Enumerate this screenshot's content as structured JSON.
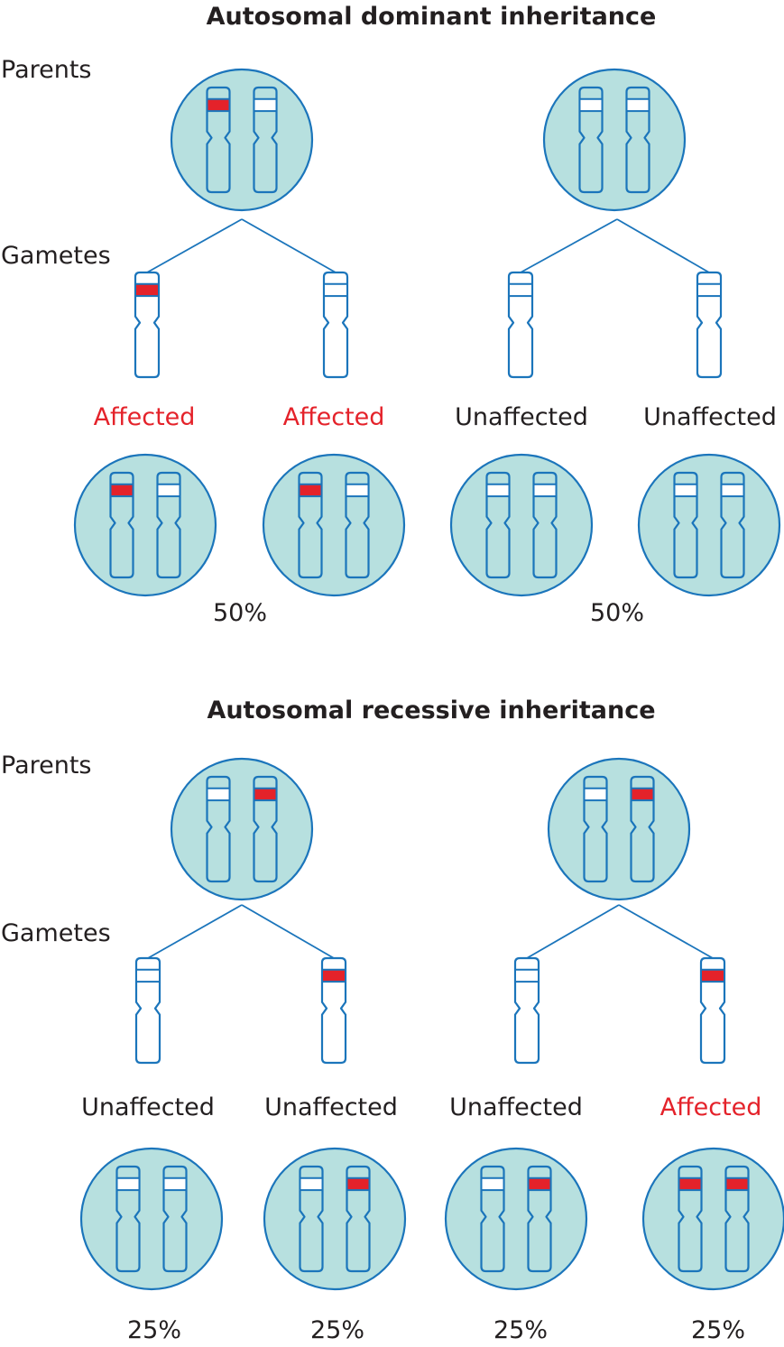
{
  "colors": {
    "cell_fill": "#b7e0df",
    "outline": "#1b75bb",
    "mutant_allele": "#e4222a",
    "normal_allele": "#ffffff",
    "affected_text": "#e4222a",
    "unaffected_text": "#231f20"
  },
  "panels": [
    {
      "id": "dominant",
      "title": "Autosomal dominant inheritance",
      "labels": {
        "parents": "Parents",
        "gametes": "Gametes"
      },
      "parents": [
        {
          "alleles": [
            "mutant",
            "normal"
          ]
        },
        {
          "alleles": [
            "normal",
            "normal"
          ]
        }
      ],
      "gametes": [
        {
          "allele": "mutant"
        },
        {
          "allele": "normal"
        },
        {
          "allele": "normal"
        },
        {
          "allele": "normal"
        }
      ],
      "offspring": [
        {
          "status": "Affected",
          "affected": true,
          "alleles": [
            "mutant",
            "normal"
          ]
        },
        {
          "status": "Affected",
          "affected": true,
          "alleles": [
            "mutant",
            "normal"
          ]
        },
        {
          "status": "Unaffected",
          "affected": false,
          "alleles": [
            "normal",
            "normal"
          ]
        },
        {
          "status": "Unaffected",
          "affected": false,
          "alleles": [
            "normal",
            "normal"
          ]
        }
      ],
      "percentages": [
        "50%",
        "50%"
      ]
    },
    {
      "id": "recessive",
      "title": "Autosomal recessive inheritance",
      "labels": {
        "parents": "Parents",
        "gametes": "Gametes"
      },
      "parents": [
        {
          "alleles": [
            "normal",
            "mutant"
          ]
        },
        {
          "alleles": [
            "normal",
            "mutant"
          ]
        }
      ],
      "gametes": [
        {
          "allele": "normal"
        },
        {
          "allele": "mutant"
        },
        {
          "allele": "normal"
        },
        {
          "allele": "mutant"
        }
      ],
      "offspring": [
        {
          "status": "Unaffected",
          "affected": false,
          "alleles": [
            "normal",
            "normal"
          ]
        },
        {
          "status": "Unaffected",
          "affected": false,
          "alleles": [
            "normal",
            "mutant"
          ]
        },
        {
          "status": "Unaffected",
          "affected": false,
          "alleles": [
            "normal",
            "mutant"
          ]
        },
        {
          "status": "Affected",
          "affected": true,
          "alleles": [
            "mutant",
            "mutant"
          ]
        }
      ],
      "percentages": [
        "25%",
        "25%",
        "25%",
        "25%"
      ]
    }
  ]
}
